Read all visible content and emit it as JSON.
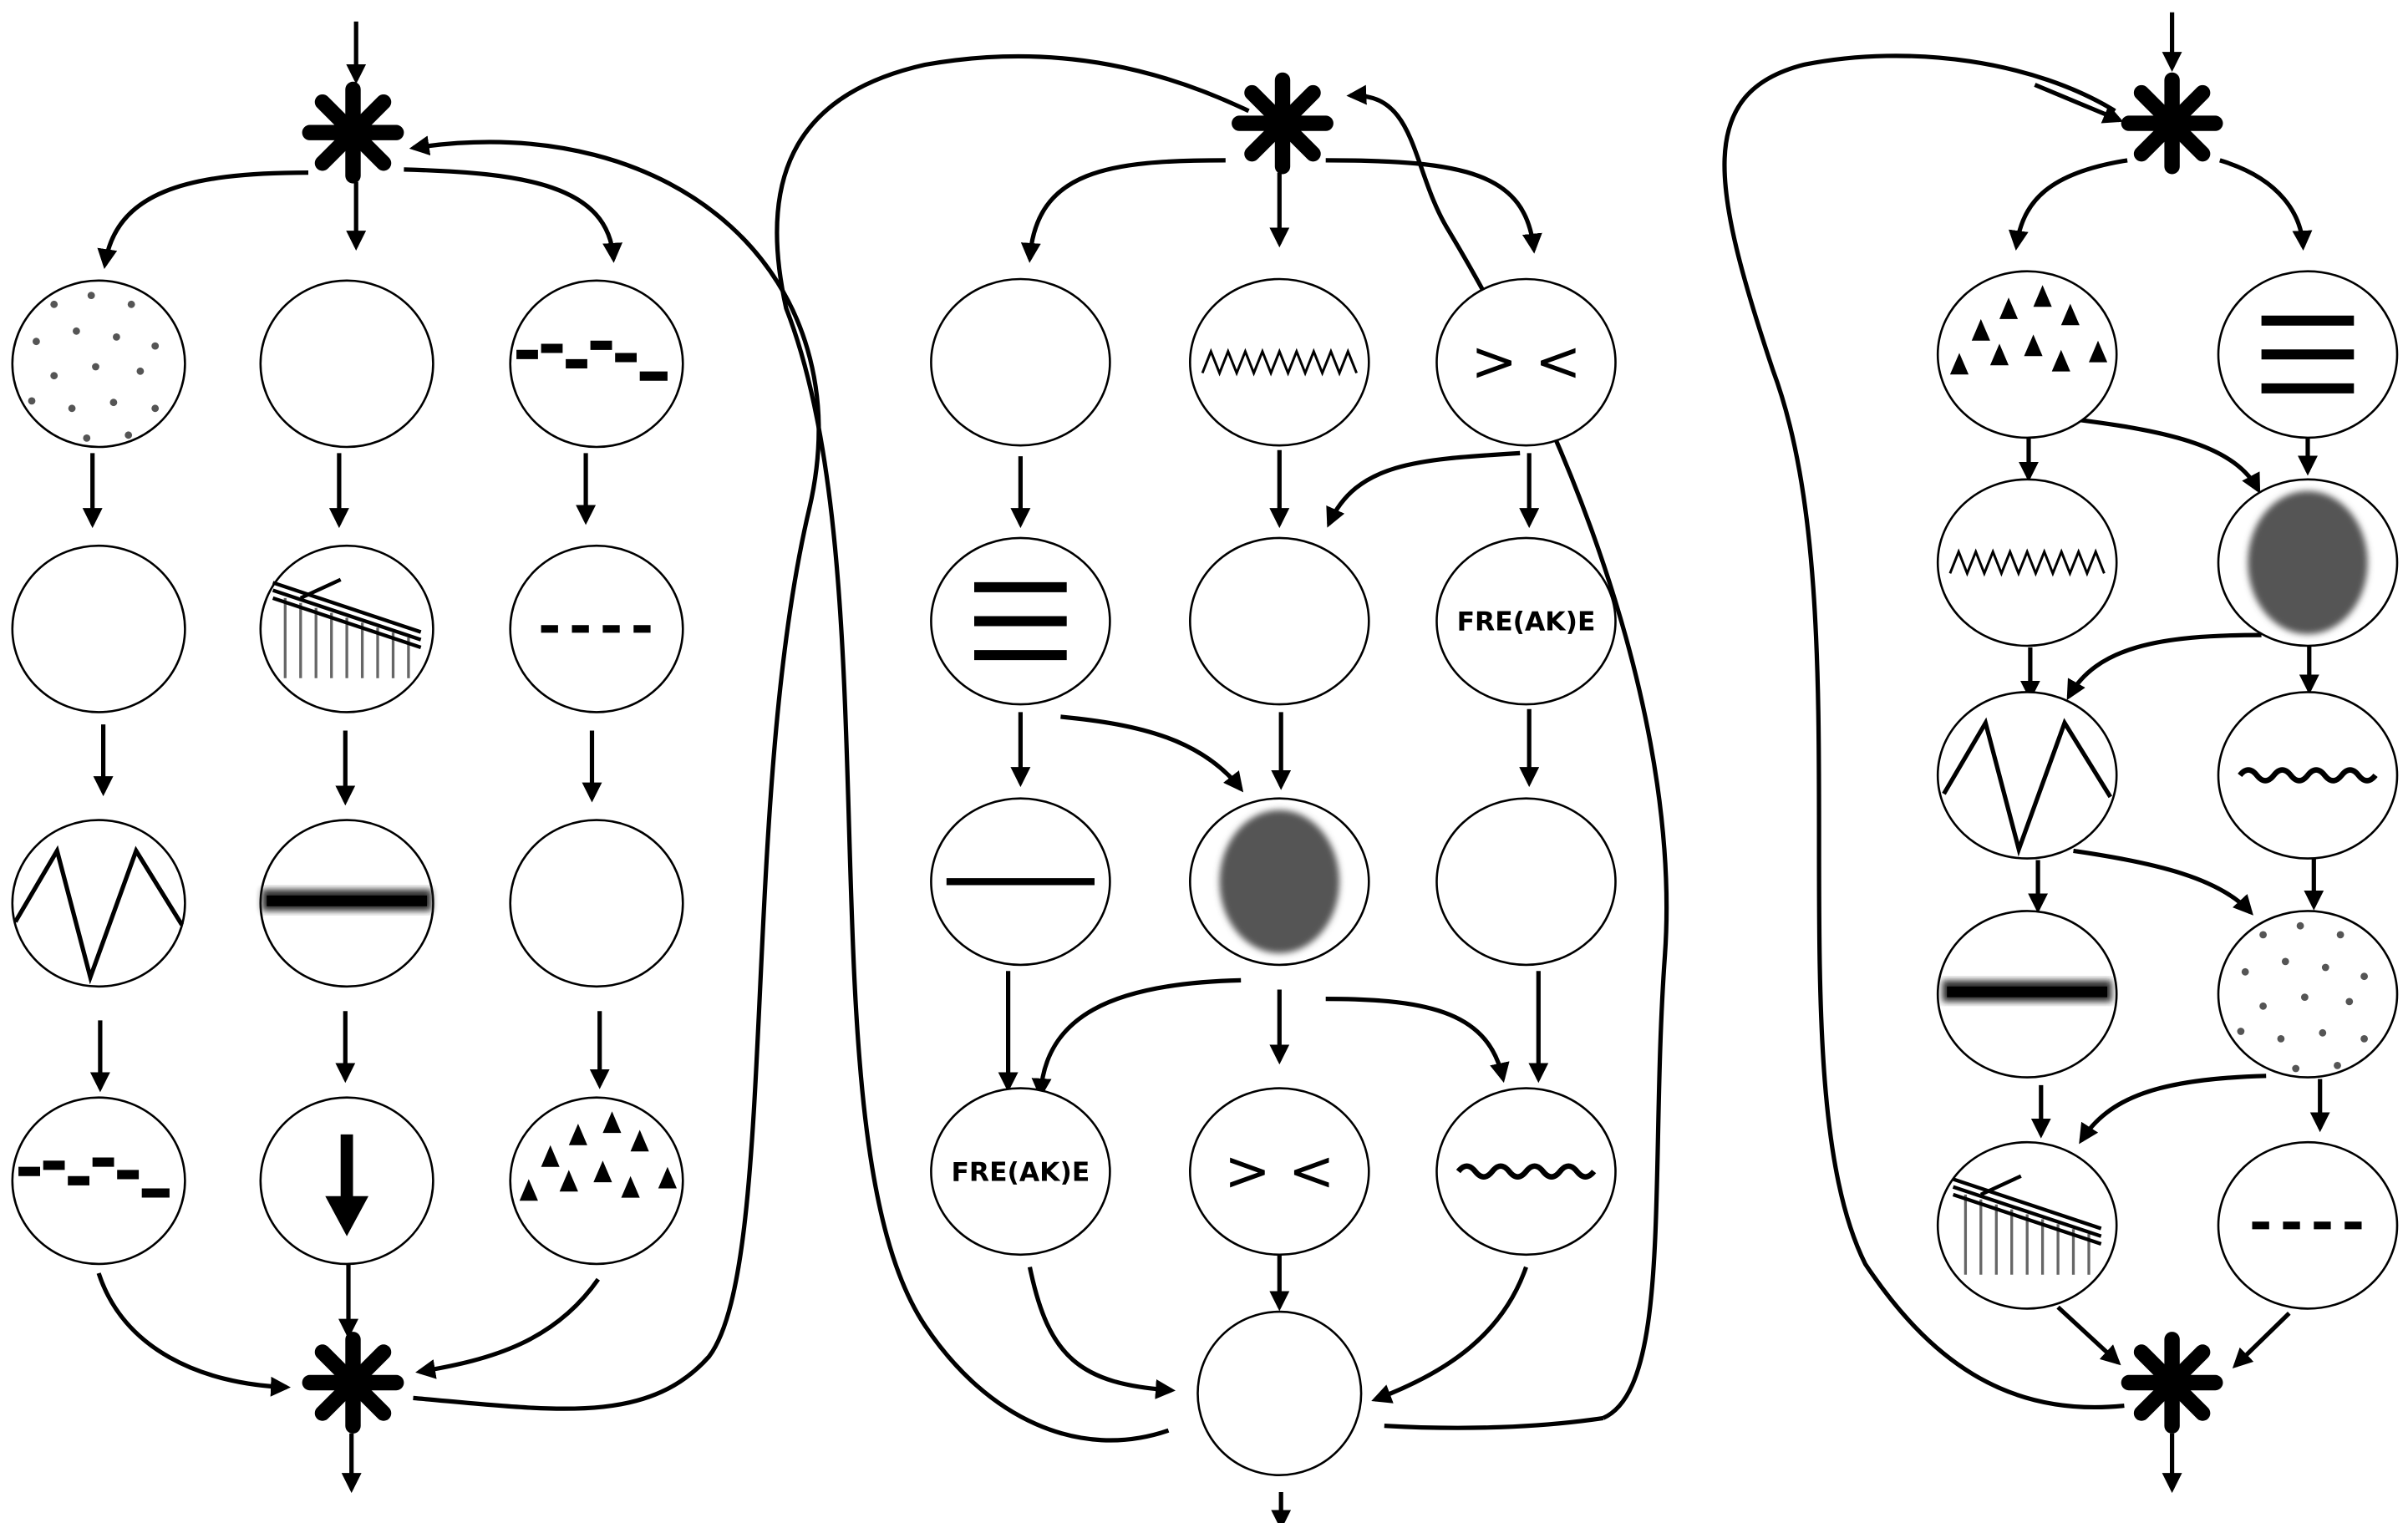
{
  "node_labels": {
    "freake": "FRE(AK)E",
    "gt_lt": "> <"
  },
  "diagram": {
    "left_column": {
      "start_marker": "asterisk",
      "end_marker": "asterisk",
      "lanes": [
        [
          "dots-pattern",
          "empty",
          "zigzag-large",
          "dashes-staggered"
        ],
        [
          "empty",
          "graph-bars",
          "scribble-line",
          "down-arrow"
        ],
        [
          "dashes-staggered",
          "dashed-line",
          "empty",
          "triangles"
        ]
      ]
    },
    "middle_column": {
      "start_marker": "asterisk",
      "end_marker": "empty-circle",
      "lanes": [
        [
          "empty",
          "three-lines",
          "single-line",
          "freake-text"
        ],
        [
          "zigzag-small",
          "empty",
          "dark-blob",
          "gt-lt-text"
        ],
        [
          "gt-lt-text",
          "freake-text",
          "empty",
          "wavy-line"
        ]
      ]
    },
    "right_column": {
      "start_marker": "asterisk",
      "end_marker": "asterisk",
      "lanes": [
        [
          "triangles",
          "zigzag-small",
          "zigzag-large",
          "scribble-line",
          "graph-bars"
        ],
        [
          "three-lines",
          "dark-blob",
          "wavy-line",
          "dots-pattern",
          "dashed-line"
        ]
      ]
    }
  }
}
